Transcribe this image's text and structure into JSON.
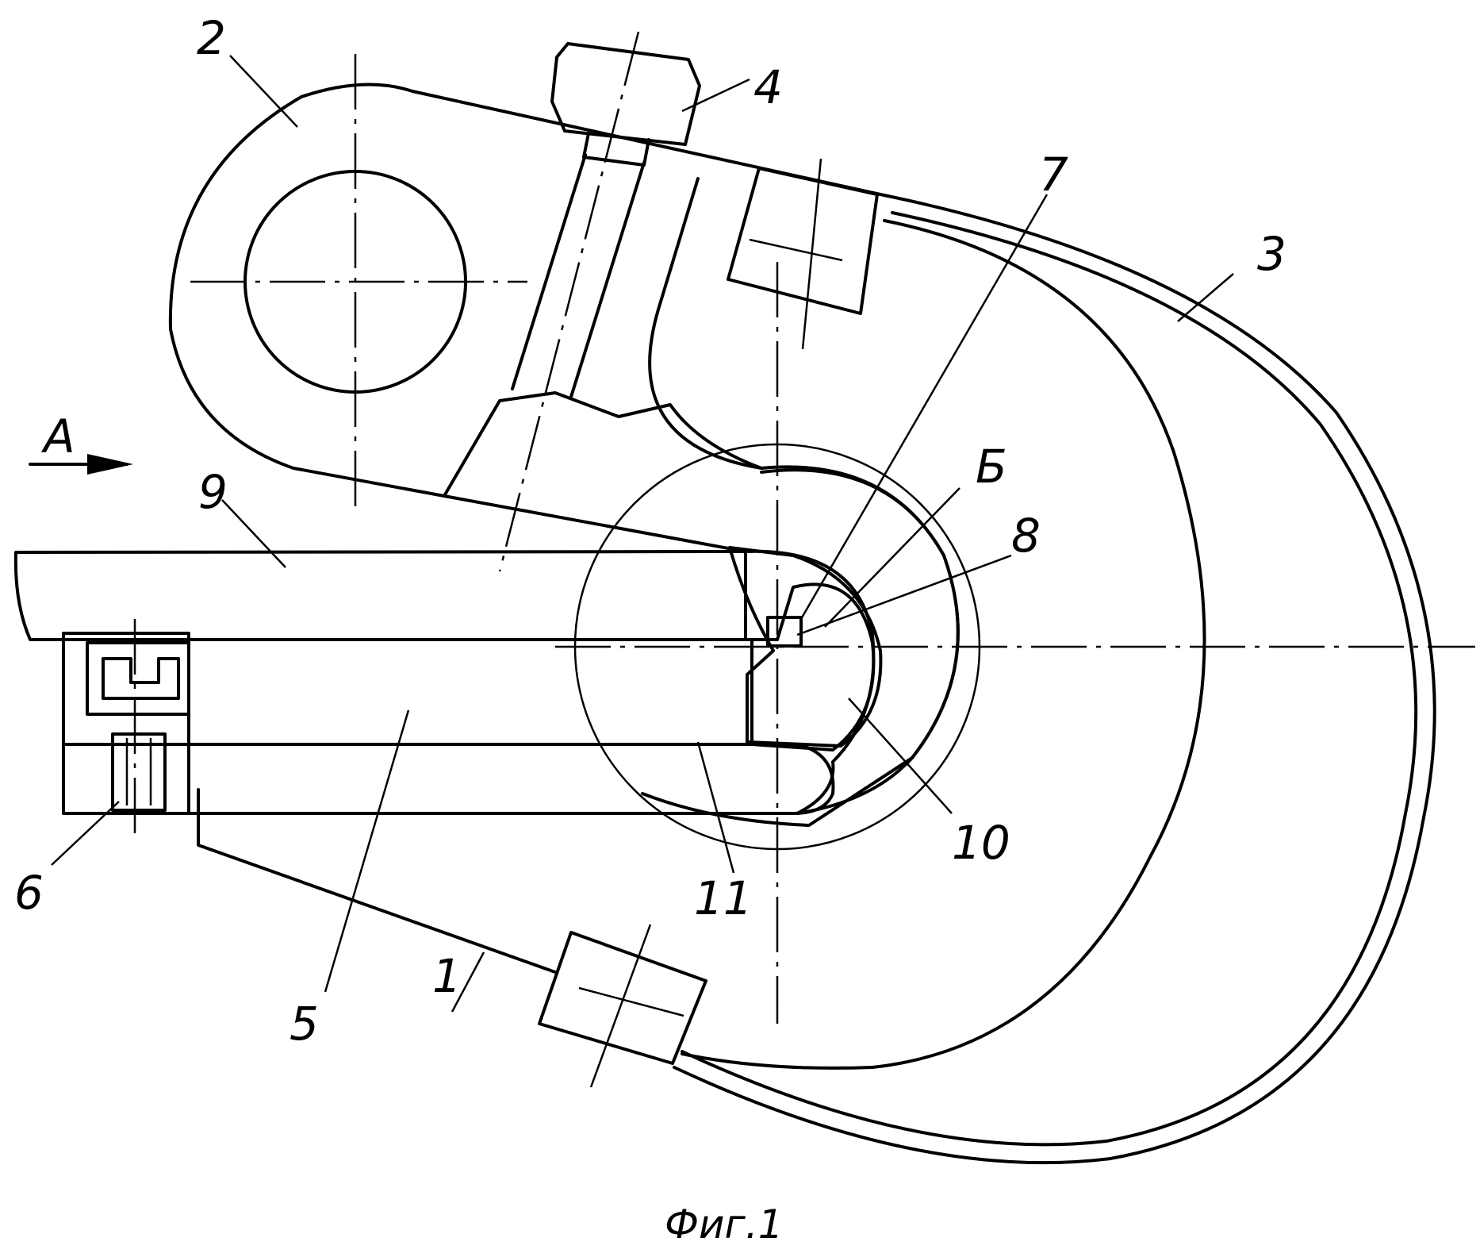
{
  "figure": {
    "caption": "Фиг.1",
    "view_arrow_label": "A",
    "section_label": "Б"
  },
  "part_labels": [
    "1",
    "2",
    "3",
    "4",
    "5",
    "6",
    "7",
    "8",
    "9",
    "10",
    "11"
  ]
}
